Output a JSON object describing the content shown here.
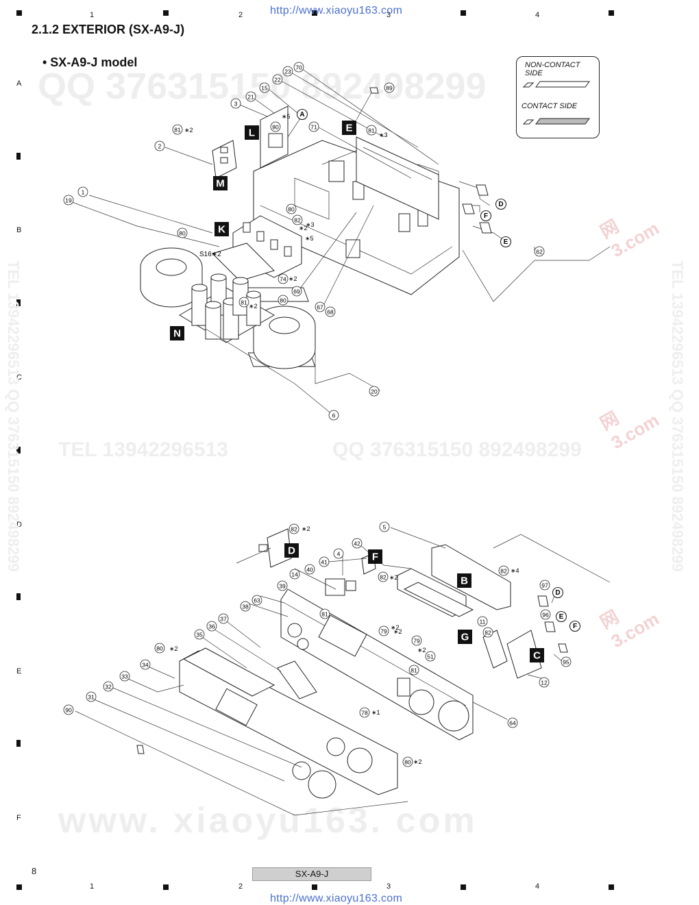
{
  "header": {
    "url": "http://www.xiaoyu163.com",
    "section_title": "2.1.2  EXTERIOR (SX-A9-J)",
    "model_heading": "• SX-A9-J model"
  },
  "grid": {
    "columns": [
      "1",
      "2",
      "3",
      "4"
    ],
    "rows": [
      "A",
      "B",
      "C",
      "D",
      "E",
      "F"
    ]
  },
  "watermarks": {
    "qq": "QQ 376315150  892498299",
    "tel": "TEL  13942296513",
    "qq_mid": "QQ  376315150  892498299",
    "site": "www. xiaoyu163. com",
    "side_tel": "TEL 13942296513  QQ 376315150  892498299",
    "stamp": "网\n3.com"
  },
  "legend": {
    "non_contact": "NON-CONTACT\nSIDE",
    "contact": "CONTACT SIDE"
  },
  "top_assembly": {
    "blocks": [
      "L",
      "E",
      "M",
      "K",
      "N"
    ],
    "circle_letters": [
      "A",
      "D",
      "F",
      "E"
    ],
    "callouts": [
      "89",
      "70",
      "23",
      "22",
      "15",
      "21",
      "3",
      "71",
      "81",
      "80",
      "2",
      "19",
      "1",
      "80",
      "82",
      "80",
      "74",
      "69",
      "67",
      "68",
      "81",
      "80",
      "62",
      "20",
      "6",
      "81"
    ],
    "multipliers": [
      "∗2",
      "∗3",
      "∗5",
      "∗2",
      "∗5",
      "∗3",
      "∗2",
      "∗2"
    ],
    "s16_label": "S16∗2"
  },
  "bottom_assembly": {
    "blocks": [
      "D",
      "F",
      "B",
      "G",
      "C"
    ],
    "circle_letters": [
      "D",
      "E",
      "F"
    ],
    "callouts": [
      "82",
      "5",
      "42",
      "4",
      "41",
      "40",
      "14",
      "82",
      "39",
      "63",
      "38",
      "81",
      "82",
      "97",
      "96",
      "11",
      "82",
      "79",
      "79",
      "37",
      "36",
      "35",
      "80",
      "34",
      "33",
      "32",
      "31",
      "90",
      "51",
      "81",
      "78",
      "12",
      "95",
      "64",
      "80"
    ],
    "multipliers": [
      "∗2",
      "∗2",
      "∗4",
      "∗2",
      "∗2",
      "∗2",
      "∗2",
      "∗1",
      "∗2"
    ]
  },
  "footer": {
    "page_number": "8",
    "model": "SX-A9-J",
    "url": "http://www.xiaoyu163.com"
  }
}
